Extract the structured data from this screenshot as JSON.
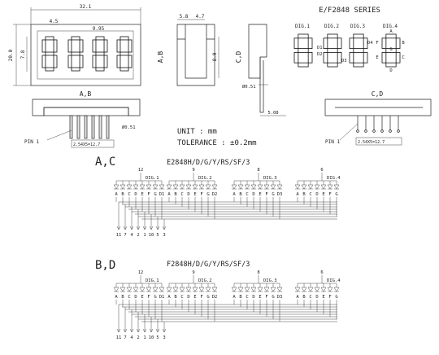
{
  "series_title": "E/F2848 SERIES",
  "digit_labels": [
    "DIG.1",
    "DIG.2",
    "DIG.3",
    "DIG.4"
  ],
  "segment_letters": [
    "A",
    "B",
    "C",
    "D",
    "E",
    "F",
    "G"
  ],
  "dimensions": {
    "total_width": "32.1",
    "height": "20.0",
    "digit_height": "7.8",
    "digit_width": "4.5",
    "depth_ab": "5.8",
    "depth_ab2": "4.7",
    "depth_cd": "8.0",
    "digit_pitch": "9.95",
    "pin_diameter": "Ø0.51",
    "pin_length": "5.08",
    "pin_dim_ab": "2.54X5=12.7",
    "pin_dim_cd": "2.54X5=12.7"
  },
  "views": {
    "side_ab": "A,B",
    "side_cd": "C,D",
    "bottom_ab": "A,B",
    "bottom_cd": "C,D",
    "pin1_ab": "PIN 1",
    "pin1_cd": "PIN 1"
  },
  "unit_text": "UNIT : mm",
  "tolerance_text": "TOLERANCE : ±0.2mm",
  "colon_labels": [
    "D1",
    "D2",
    "D3",
    "D4"
  ],
  "schematic_ac": {
    "letter": "A,C",
    "model": "E2848H/D/G/Y/RS/SF/3",
    "common_pins": [
      "12",
      "9",
      "8",
      "6"
    ],
    "pin_numbers": [
      "11",
      "7",
      "4",
      "2",
      "1",
      "10",
      "5",
      "3"
    ]
  },
  "schematic_bd": {
    "letter": "B,D",
    "model": "F2848H/D/G/Y/RS/SF/3",
    "common_pins": [
      "12",
      "9",
      "8",
      "6"
    ],
    "pin_numbers": [
      "11",
      "7",
      "4",
      "2",
      "1",
      "10",
      "5",
      "3"
    ]
  }
}
